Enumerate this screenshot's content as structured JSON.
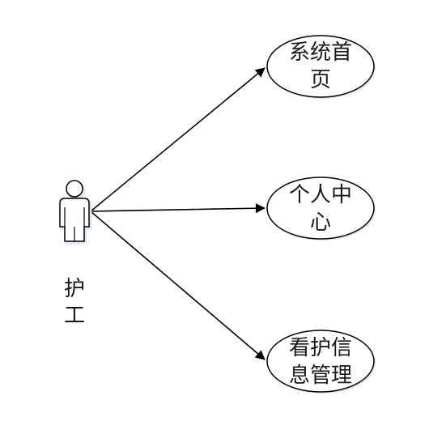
{
  "diagram": {
    "type": "use-case",
    "actor": {
      "label_lines": [
        "护",
        "工"
      ]
    },
    "use_cases": [
      {
        "id": "uc-home",
        "label_lines": [
          "系统首",
          "页"
        ]
      },
      {
        "id": "uc-profile",
        "label_lines": [
          "个人中",
          "心"
        ]
      },
      {
        "id": "uc-care-info",
        "label_lines": [
          "看护信",
          "息管理"
        ]
      }
    ],
    "associations": [
      {
        "from": "actor",
        "to": "uc-home"
      },
      {
        "from": "actor",
        "to": "uc-profile"
      },
      {
        "from": "actor",
        "to": "uc-care-info"
      }
    ],
    "colors": {
      "stroke": "#000000",
      "text": "#1a1a1a",
      "shadow": "#dbe7f5",
      "background": "#ffffff"
    }
  }
}
